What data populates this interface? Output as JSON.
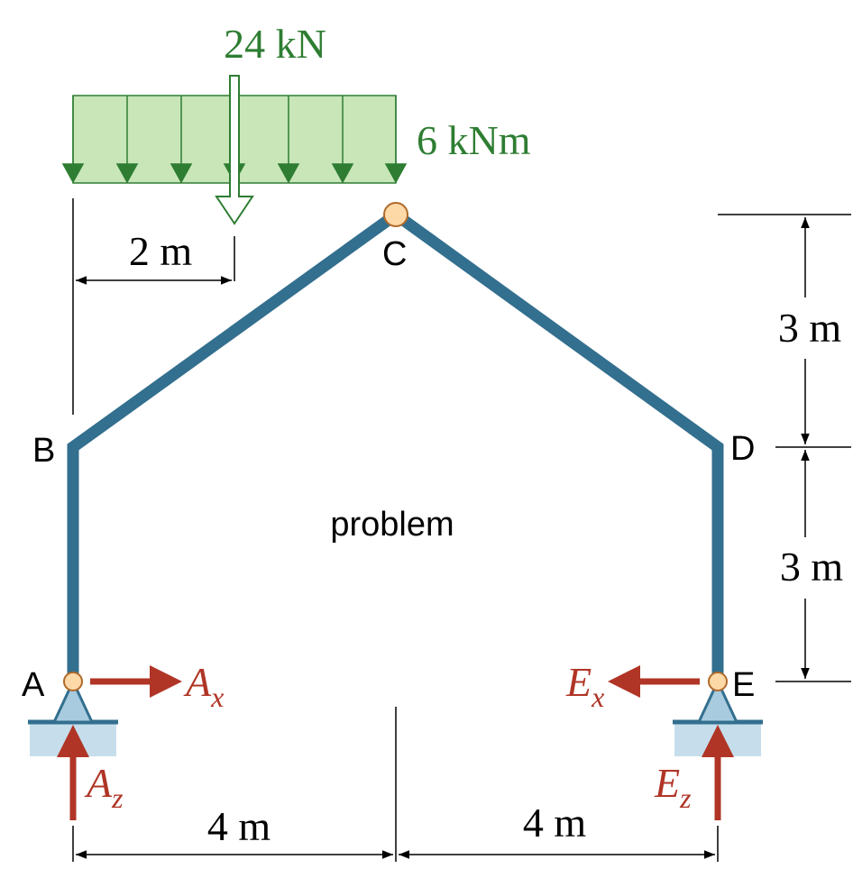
{
  "loads": {
    "point_load": "24 kN",
    "distributed_load": "6 kNm"
  },
  "nodes": {
    "A": "A",
    "B": "B",
    "C": "C",
    "D": "D",
    "E": "E"
  },
  "reactions": {
    "Ax_main": "A",
    "Ax_sub": "x",
    "Az_main": "A",
    "Az_sub": "z",
    "Ex_main": "E",
    "Ex_sub": "x",
    "Ez_main": "E",
    "Ez_sub": "z"
  },
  "dimensions": {
    "load_offset": "2 m",
    "upper_height": "3 m",
    "lower_height": "3 m",
    "left_span": "4 m",
    "right_span": "4 m"
  },
  "center_label": "problem",
  "colors": {
    "member": "#336f8e",
    "load": "#2e7d32",
    "load_fill": "#c8e6b8",
    "reaction": "#b03526",
    "hinge": "#fdd9a8",
    "support": "#a8cbe0",
    "ground": "#c6deec"
  }
}
